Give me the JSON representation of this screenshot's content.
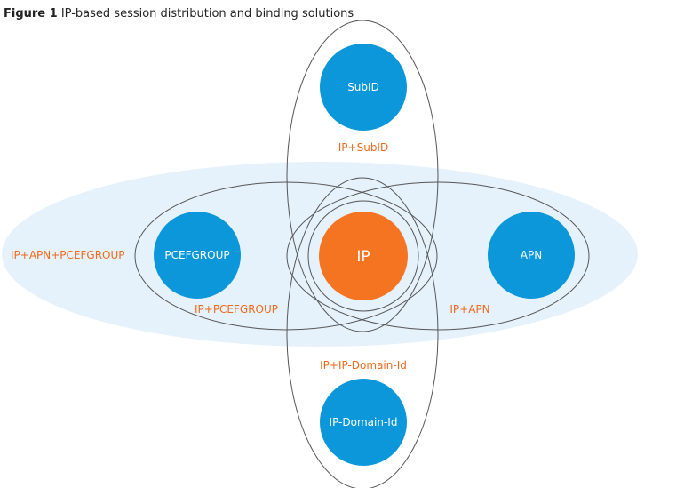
{
  "caption": {
    "number": "Figure 1",
    "text": "IP-based session distribution and binding solutions"
  },
  "nodes": {
    "subid": "SubID",
    "pcefgroup": "PCEFGROUP",
    "ip": "IP",
    "apn": "APN",
    "ip_domain_id": "IP-Domain-Id"
  },
  "bindings": {
    "ip_subid": "IP+SubID",
    "ip_apn_pcefgroup": "IP+APN+PCEFGROUP",
    "ip_pcefgroup": "IP+PCEFGROUP",
    "ip_apn": "IP+APN",
    "ip_ip_domain_id": "IP+IP-Domain-Id"
  },
  "colors": {
    "node_blue": "#0b97d9",
    "node_orange": "#f47422",
    "label_orange": "#ee6a1e",
    "outer_ellipse_fill": "#e6f2fb",
    "outline": "#555555"
  }
}
